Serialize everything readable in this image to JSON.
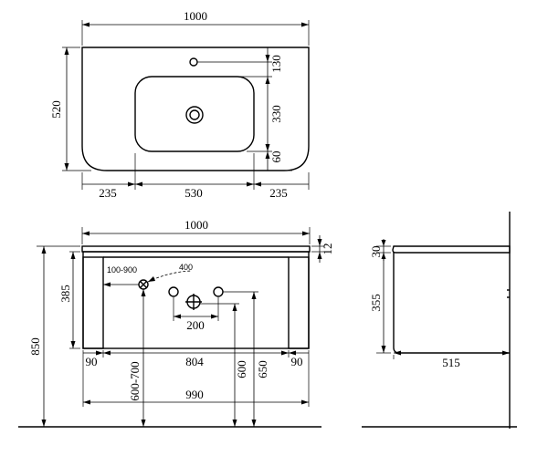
{
  "top_view": {
    "width": "1000",
    "depth": "520",
    "tap_to_basin": "130",
    "basin_depth": "330",
    "basin_to_front": "60",
    "left_margin": "235",
    "basin_width": "530",
    "right_margin": "235"
  },
  "front_view": {
    "width": "1000",
    "top_thickness": "12",
    "cabinet_height": "385",
    "total_height": "850",
    "trap_range": "100-900",
    "trap_offset": "400",
    "pipe_spacing": "200",
    "side_left": "90",
    "inner_width": "804",
    "side_right": "90",
    "outer_width": "990",
    "drain_height": "600-700",
    "inlet_height_1": "600",
    "inlet_height_2": "650"
  },
  "side_view": {
    "top_thickness": "30",
    "cabinet_height": "355",
    "depth": "515"
  }
}
